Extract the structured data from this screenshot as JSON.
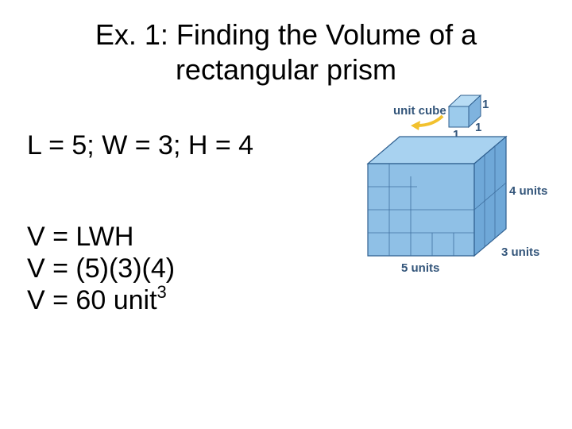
{
  "title": {
    "line1": "Ex. 1:  Finding the Volume of a",
    "line2": "rectangular prism"
  },
  "given": "L = 5; W = 3; H = 4",
  "work": {
    "line1": "V = LWH",
    "line2": "V = (5)(3)(4)",
    "line3_base": "V = 60 unit",
    "line3_exp": "3"
  },
  "figure": {
    "unit_cube_label": "unit cube",
    "edge_label_top": "1",
    "edge_label_right": "1",
    "edge_label_left": "1",
    "height_label": "4 units",
    "width_label": "3 units",
    "length_label": "5 units",
    "colors": {
      "front": "#8fc0e6",
      "right": "#6fa8d8",
      "top": "#a8d2f0",
      "edge": "#2f5f8f",
      "label": "#33557a",
      "arrow": "#f2c12e"
    }
  }
}
